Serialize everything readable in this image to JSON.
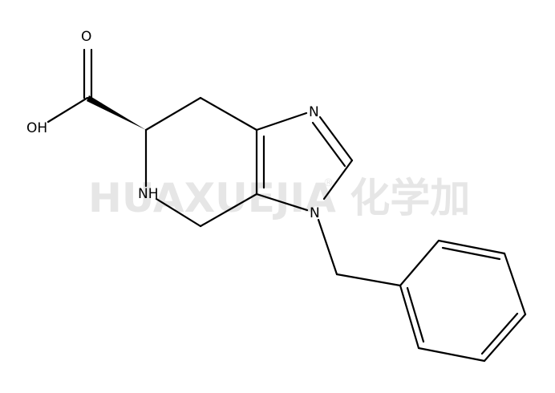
{
  "structure": {
    "atoms": {
      "carbonyl_oxygen": "O",
      "hydroxyl": "OH",
      "ring_nh": "NH",
      "imidazole_n_top": "N",
      "imidazole_n_benzyl": "N"
    }
  },
  "watermark": {
    "text": "HUAXUEJIA 化学加",
    "mark": "®"
  },
  "colors": {
    "bond": "#000000",
    "label": "#000000",
    "watermark": "#e6e6e6",
    "background": "#ffffff"
  }
}
